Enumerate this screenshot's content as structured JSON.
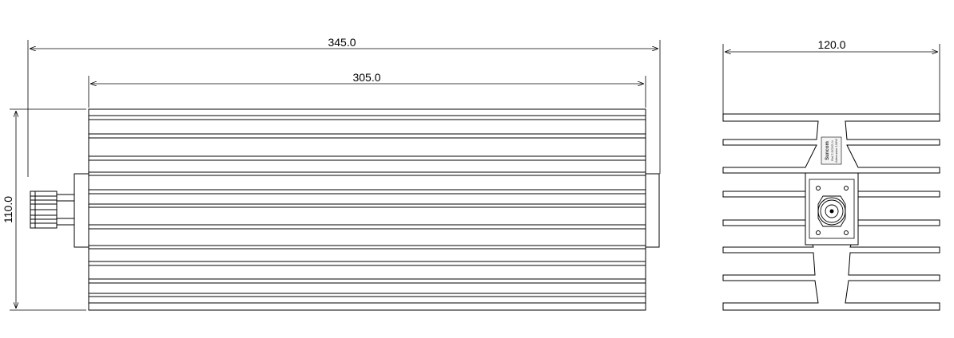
{
  "dimensions": {
    "overall_length": "345.0",
    "body_length": "305.0",
    "height": "110.0",
    "width": "120.0"
  },
  "label": {
    "brand": "Suncom",
    "line1": "RxLT-DC6G-N",
    "line2": "Attenuator 100W"
  },
  "colors": {
    "line": "#000000",
    "fill": "#ffffff",
    "label_bg": "#f4f4f4",
    "brand": "#1e4aa8"
  }
}
